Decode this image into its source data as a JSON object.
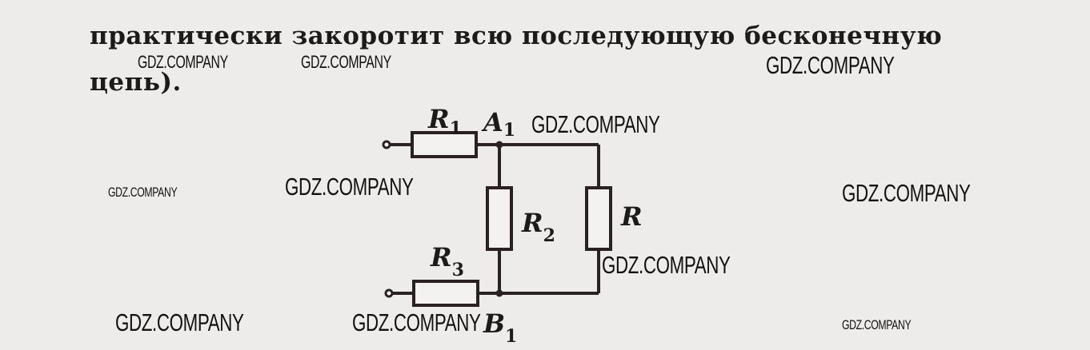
{
  "text": {
    "line1": "практически закоротит всю последующую бесконечную",
    "line2": "цепь)."
  },
  "circuit": {
    "r1": "R",
    "r1_sub": "1",
    "r2": "R",
    "r2_sub": "2",
    "r3": "R",
    "r3_sub": "3",
    "r": "R",
    "node_a": "A",
    "node_a_sub": "1",
    "node_b": "B",
    "node_b_sub": "1"
  },
  "watermarks": [
    "GDZ.COMPANY",
    "GDZ.COMPANY",
    "GDZ.COMPANY",
    "GDZ.COMPANY",
    "GDZ.COMPANY",
    "GDZ.COMPANY",
    "GDZ.COMPANY",
    "GDZ.COMPANY",
    "GDZ.COMPANY",
    "GDZ.COMPANY",
    "GDZ.COMPANY"
  ]
}
